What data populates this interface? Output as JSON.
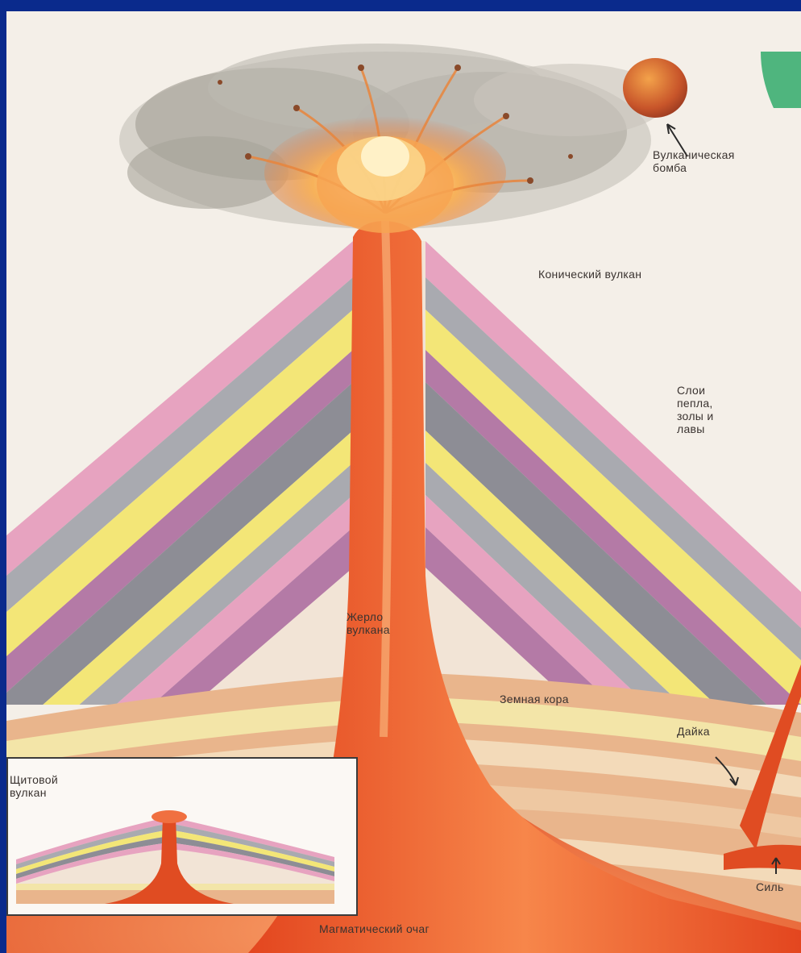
{
  "diagram": {
    "labels": {
      "bomb": "Вулканическая\nбомба",
      "cone": "Конический вулкан",
      "layers": "Слои\nпепла,\nзолы и\nлавы",
      "vent": "Жерло\nвулкана",
      "crust": "Земная кора",
      "dike": "Дайка",
      "shield": "Щитовой\nвулкан",
      "sill": "Силь",
      "chamber": "Магматический очаг"
    },
    "colors": {
      "background": "#0a2a8c",
      "paper": "#f4efe8",
      "magma": "#e8552a",
      "magma_light": "#f58a4a",
      "layer_pink": "#e7a3c0",
      "layer_grey": "#a9aab0",
      "layer_yellow": "#f3e677",
      "layer_purple": "#b47aa6",
      "layer_darkgrey": "#8d8d95",
      "crust_tan": "#e9b58c",
      "crust_pale": "#f3dab9",
      "ash": "#9a968c"
    }
  }
}
